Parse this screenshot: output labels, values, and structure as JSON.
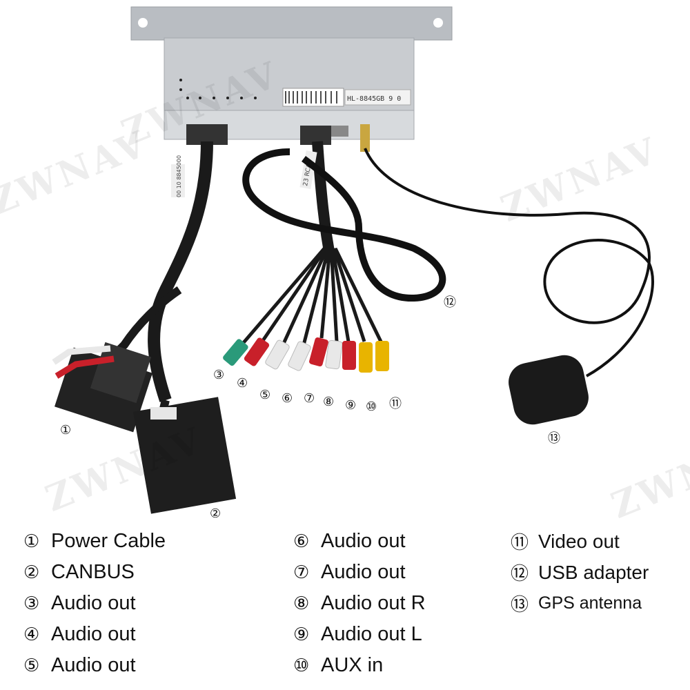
{
  "watermark": "ZWNAV",
  "unit_label": "HL-8845GB 9 0",
  "cable_tag_1": "00 10 8845000",
  "cable_tag_2": "23 RCA-",
  "callouts": [
    "①",
    "②",
    "③",
    "④",
    "⑤",
    "⑥",
    "⑦",
    "⑧",
    "⑨",
    "⑩",
    "⑪",
    "⑫",
    "⑬"
  ],
  "legend": {
    "col1": [
      {
        "num": "①",
        "label": "Power Cable"
      },
      {
        "num": "②",
        "label": "CANBUS"
      },
      {
        "num": "③",
        "label": "Audio out"
      },
      {
        "num": "④",
        "label": "Audio out"
      },
      {
        "num": "⑤",
        "label": "Audio out"
      }
    ],
    "col2": [
      {
        "num": "⑥",
        "label": "Audio out"
      },
      {
        "num": "⑦",
        "label": "Audio out"
      },
      {
        "num": "⑧",
        "label": "Audio out R"
      },
      {
        "num": "⑨",
        "label": "Audio out L"
      },
      {
        "num": "⑩",
        "label": "AUX in"
      }
    ],
    "col3": [
      {
        "num": "⑪",
        "label": "Video out"
      },
      {
        "num": "⑫",
        "label": "USB adapter"
      },
      {
        "num": "⑬",
        "label": "GPS antenna"
      }
    ]
  },
  "colors": {
    "unit_body": "#c9ccd0",
    "mount_plate": "#b9bdc2",
    "cable": "#1a1a1a",
    "rca_red": "#c8202a",
    "rca_white": "#e8e8e8",
    "rca_yellow": "#e8b400",
    "rca_green": "#2a9a7a"
  }
}
